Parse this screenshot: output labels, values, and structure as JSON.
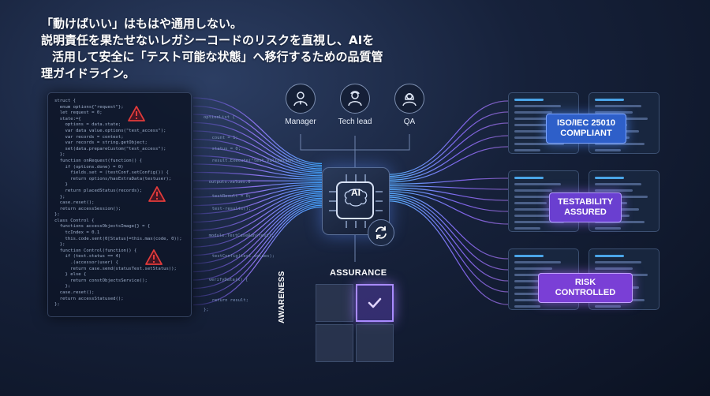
{
  "headline": {
    "line1": "「動けばいい」はもはや通用しない。",
    "line2": "説明責任を果たせないレガシーコードのリスクを直視し、AIを",
    "line3": "活用して安全に「テスト可能な状態」へ移行するための品質管",
    "line4": "理ガイドライン。"
  },
  "code_lines": [
    "struct {",
    "  enum options{\"request\"};",
    "  let request = 0;",
    "  state:={",
    "    options = data.state;",
    "    var data value.options(\"test_access\");",
    "    var records = context;",
    "    var records = string.getObject;",
    "    set(data.prepareCustom(\"test_access\");",
    "  };",
    "  function onRequest(function() {",
    "    if (options.done) = 0)",
    "      fields.set = (testConf.setConfig()) {",
    "      return options/hasExtraData(testuser);",
    "    }",
    "    return placedStatus(records);",
    "  };",
    "  case.reset();",
    "  return accessSession();",
    "};",
    "",
    "class Control {",
    "  functions accessObjectsImage{} = {",
    "    tcIndex = 0.1",
    "    this.code.sent(0[Status]=this.max(code, 0));",
    "  };",
    "  function Control(function() {",
    "    if (test.status == 4)",
    "      .(accessor(user) {",
    "      return case.send(statusTest.setStatus));",
    "    } else {",
    "      return constObjectsService();",
    "    };",
    "  case.reset();",
    "  return accessStatused();",
    "};"
  ],
  "mid_code": [
    "optionList {",
    "  count = 1;",
    "  status = 0;",
    "  result.Execute(\"test.Validation\");",
    "  outputs.values.0",
    "  testResult = 0;",
    "  test-results();",
    "  module.TestCaseRun(test);",
    "  testConfig(test.values);",
    "  verifyData(x) {",
    "  return result;",
    "};"
  ],
  "roles": [
    {
      "label": "Manager",
      "icon": "manager-icon"
    },
    {
      "label": "Tech lead",
      "icon": "tech-lead-icon"
    },
    {
      "label": "QA",
      "icon": "qa-icon"
    }
  ],
  "chip": {
    "label": "AI"
  },
  "matrix": {
    "title": "ASSURANCE",
    "side_label": "AWARENESS"
  },
  "badges": {
    "iso": "ISO/IEC 25010 COMPLIANT",
    "testability": "TESTABILITY ASSURED",
    "risk": "RISK CONTROLLED"
  },
  "colors": {
    "accent_blue": "#2e5fc9",
    "accent_violet": "#6a3fd0",
    "accent_purple": "#7a3fd6",
    "warning_red": "#e23b3b"
  }
}
